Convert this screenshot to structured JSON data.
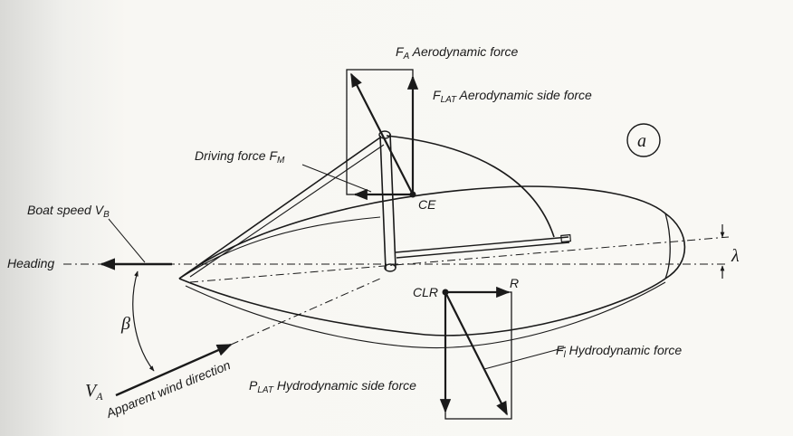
{
  "labels": {
    "fa_prefix": "F",
    "fa_sub": "A",
    "fa_text": " Aerodynamic force",
    "flat_prefix": "F",
    "flat_sub": "LAT",
    "flat_text": " Aerodynamic side force",
    "driving_text": "Driving force F",
    "driving_sub": "M",
    "ce": "CE",
    "boat_speed_text": "Boat speed V",
    "boat_speed_sub": "B",
    "heading": "Heading",
    "lambda": "λ",
    "beta": "β",
    "clr": "CLR",
    "r": "R",
    "fi_prefix": "F",
    "fi_sub": "l",
    "fi_text": " Hydrodynamic force",
    "plat_prefix": "P",
    "plat_sub": "LAT",
    "plat_text": " Hydrodynamic side force",
    "va_prefix": "V",
    "va_sub": "A",
    "apparent_wind": "Apparent wind direction",
    "panel_letter": "a"
  },
  "colors": {
    "ink": "#1a1a1a",
    "paper": "#f9f8f4"
  }
}
